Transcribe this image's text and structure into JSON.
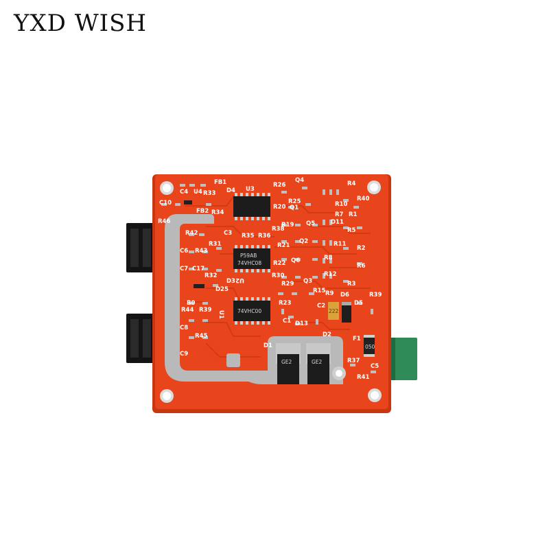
{
  "watermark": {
    "text": "YXD WISH"
  },
  "colors": {
    "board": "#e8451c",
    "board_edge": "#c93612",
    "trace": "#d23a12",
    "silkscreen": "#ffffff",
    "copper_pour": "#b9b9b9",
    "chip": "#1c1c1c",
    "connector": "#141414",
    "green_tab": "#2e8b57"
  },
  "chip_markings": {
    "u2_line1": "P59AB",
    "u2_line2": "74VHC08",
    "u1_line1": "74VHC00",
    "d1_mark": "GE2",
    "d2_mark": "GE2",
    "fuse_mark": "050",
    "cap_mark": "222"
  },
  "silkscreen_labels": {
    "u3": "U3",
    "u2": "U2",
    "u1": "U1",
    "c4": "C4",
    "u4": "U4",
    "fb1": "FB1",
    "d4": "D4",
    "r26": "R26",
    "q4": "Q4",
    "r4": "R4",
    "c10": "C10",
    "r33": "R33",
    "fb2": "FB2",
    "r34": "R34",
    "r46": "R46",
    "r25": "R25",
    "r20": "R20",
    "q1": "Q1",
    "r10": "R10",
    "r40": "R40",
    "r7": "R7",
    "r1": "R1",
    "r19": "R19",
    "q5": "Q5",
    "d11": "D11",
    "r5": "R5",
    "r42": "R42",
    "c3": "C3",
    "r35": "R35",
    "r36": "R36",
    "r38": "R38",
    "q2": "Q2",
    "r31": "R31",
    "r21": "R21",
    "r11": "R11",
    "r2": "R2",
    "c6": "C6",
    "r43": "R43",
    "r22": "R22",
    "q6": "Q6",
    "r8": "R8",
    "r6": "R6",
    "c7": "C7",
    "c17": "C17",
    "r32": "R32",
    "r30": "R30",
    "r12": "R12",
    "d3": "D3",
    "d25": "D25",
    "r29": "R29",
    "q3": "Q3",
    "r3": "R3",
    "r15": "R15",
    "r9": "R9",
    "d6": "D6",
    "r39b": "R39",
    "b0": "B0",
    "r39": "R39",
    "r23": "R23",
    "c2": "C2",
    "d5": "D5",
    "r44": "R44",
    "c1": "C1",
    "d13": "D13",
    "c8": "C8",
    "r45": "R45",
    "d2": "D2",
    "f1": "F1",
    "c9": "C9",
    "d1": "D1",
    "r37": "R37",
    "c5": "C5",
    "r41": "R41"
  }
}
